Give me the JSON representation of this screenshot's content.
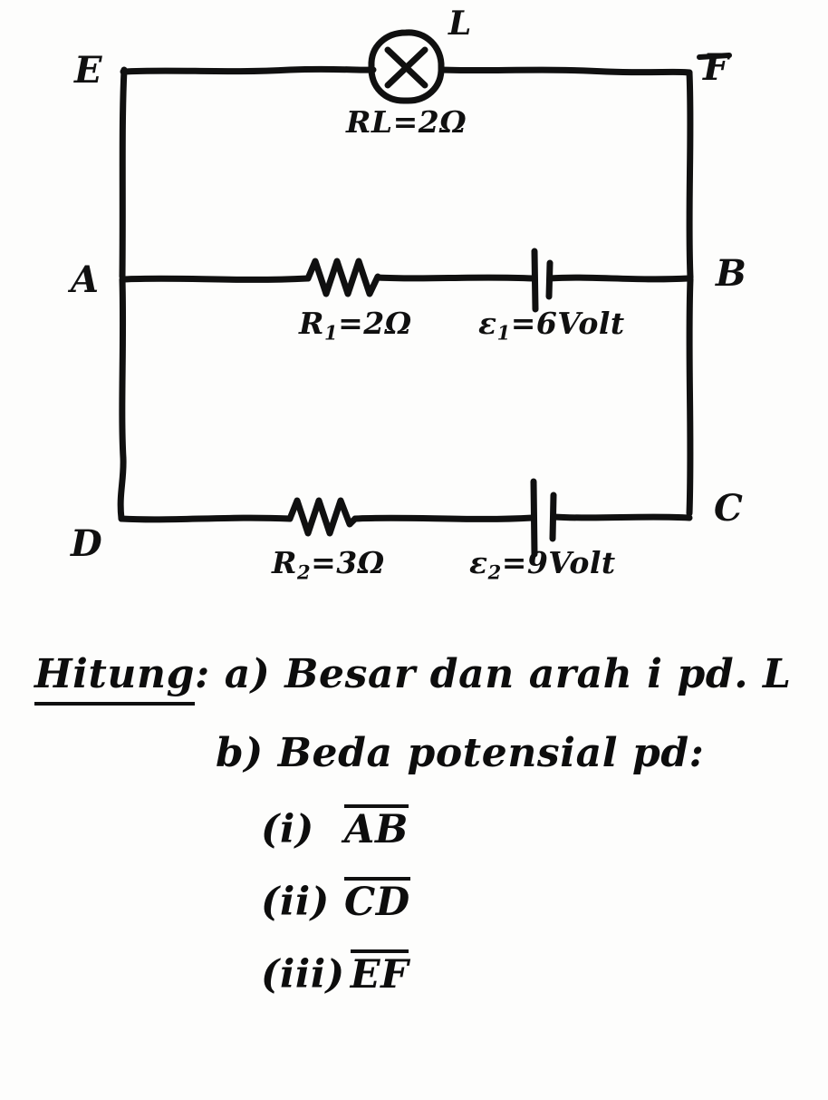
{
  "document": {
    "type": "handwritten-physics-circuit-problem",
    "language": "Indonesian",
    "ink_color": "#101010",
    "paper_color": "#fdfdfc"
  },
  "circuit": {
    "title": "Two-loop circuit with lamp L",
    "nodes": {
      "top_left": "E",
      "top_right": "F",
      "mid_left": "A",
      "mid_right": "B",
      "bottom_left": "D",
      "bottom_right": "C"
    },
    "branches": [
      {
        "id": "top",
        "from": "E",
        "to": "F",
        "component": "lamp",
        "component_label": "L",
        "value_label": "RL=2Ω",
        "resistance_symbol": "RL",
        "resistance_value": "2",
        "resistance_unit": "Ω"
      },
      {
        "id": "middle",
        "from": "A",
        "to": "B",
        "components": [
          "resistor",
          "battery"
        ],
        "resistor_label": "R₁=2Ω",
        "resistor_symbol": "R",
        "resistor_subscript": "1",
        "resistor_value": "2",
        "resistor_unit": "Ω",
        "emf_label": "ε₁=6Volt",
        "emf_symbol": "ε",
        "emf_subscript": "1",
        "emf_value": "6",
        "emf_unit": "Volt"
      },
      {
        "id": "bottom",
        "from": "D",
        "to": "C",
        "components": [
          "resistor",
          "battery"
        ],
        "resistor_label": "R₂=3Ω",
        "resistor_symbol": "R",
        "resistor_subscript": "2",
        "resistor_value": "3",
        "resistor_unit": "Ω",
        "emf_label": "ε₂=9Volt",
        "emf_symbol": "ε",
        "emf_subscript": "2",
        "emf_value": "9",
        "emf_unit": "Volt"
      }
    ],
    "labels": {
      "lamp_name": "L",
      "lamp_value_R": "RL",
      "lamp_value_eq": "=2",
      "lamp_value_unit": "Ω",
      "r1_name": "R",
      "r1_sub": "1",
      "r1_rest": "=2",
      "r1_unit": "Ω",
      "e1_name": "ε",
      "e1_sub": "1",
      "e1_rest": "=6Volt",
      "r2_name": "R",
      "r2_sub": "2",
      "r2_rest": "=3",
      "r2_unit": "Ω",
      "e2_name": "ε",
      "e2_sub": "2",
      "e2_rest": "=9Volt",
      "node_E": "E",
      "node_F": "F",
      "node_A": "A",
      "node_B": "B",
      "node_C": "C",
      "node_D": "D"
    }
  },
  "questions": {
    "prompt_word": "Hitung",
    "prompt_colon": ":",
    "item_a_marker": "a)",
    "item_a_text": "Besar dan arah i pd. L",
    "item_b_marker": "b)",
    "item_b_text": "Beda potensial pd:",
    "sub_items": [
      {
        "marker": "(i)",
        "quantity": "AB"
      },
      {
        "marker": "(ii)",
        "quantity": "CD"
      },
      {
        "marker": "(iii)",
        "quantity": "EF"
      }
    ],
    "sub_i_marker": "(i)",
    "sub_i_quantity": "AB",
    "sub_ii_marker": "(ii)",
    "sub_ii_quantity": "CD",
    "sub_iii_marker": "(iii)",
    "sub_iii_quantity": "EF"
  }
}
